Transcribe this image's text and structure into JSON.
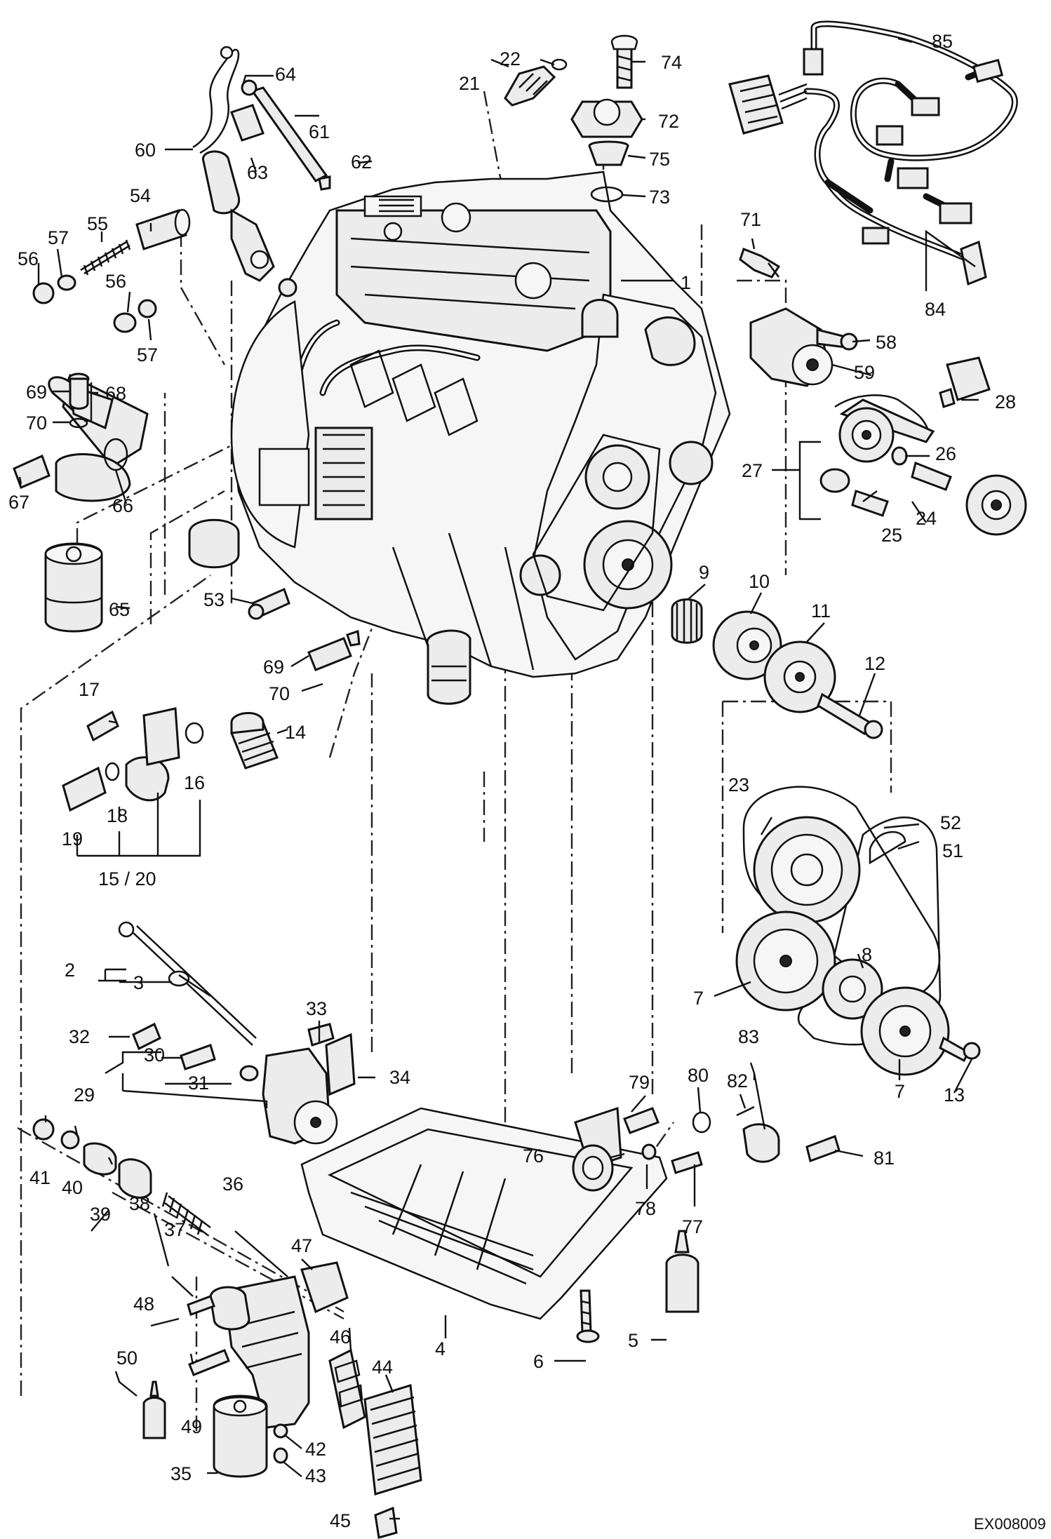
{
  "figure_code": "EX008009",
  "callouts": [
    {
      "id": "c1",
      "text": "1"
    },
    {
      "id": "c2",
      "text": "2"
    },
    {
      "id": "c3",
      "text": "3"
    },
    {
      "id": "c4",
      "text": "4"
    },
    {
      "id": "c5",
      "text": "5"
    },
    {
      "id": "c6",
      "text": "6"
    },
    {
      "id": "c7a",
      "text": "7"
    },
    {
      "id": "c7b",
      "text": "7"
    },
    {
      "id": "c8",
      "text": "8"
    },
    {
      "id": "c9",
      "text": "9"
    },
    {
      "id": "c10",
      "text": "10"
    },
    {
      "id": "c11",
      "text": "11"
    },
    {
      "id": "c12",
      "text": "12"
    },
    {
      "id": "c13",
      "text": "13"
    },
    {
      "id": "c14",
      "text": "14"
    },
    {
      "id": "c15",
      "text": "15 / 20"
    },
    {
      "id": "c16",
      "text": "16"
    },
    {
      "id": "c17",
      "text": "17"
    },
    {
      "id": "c18",
      "text": "18"
    },
    {
      "id": "c19",
      "text": "19"
    },
    {
      "id": "c21",
      "text": "21"
    },
    {
      "id": "c22",
      "text": "22"
    },
    {
      "id": "c23",
      "text": "23"
    },
    {
      "id": "c24",
      "text": "24"
    },
    {
      "id": "c25",
      "text": "25"
    },
    {
      "id": "c26",
      "text": "26"
    },
    {
      "id": "c27",
      "text": "27"
    },
    {
      "id": "c28",
      "text": "28"
    },
    {
      "id": "c29",
      "text": "29"
    },
    {
      "id": "c30",
      "text": "30"
    },
    {
      "id": "c31",
      "text": "31"
    },
    {
      "id": "c32",
      "text": "32"
    },
    {
      "id": "c33",
      "text": "33"
    },
    {
      "id": "c34",
      "text": "34"
    },
    {
      "id": "c35",
      "text": "35"
    },
    {
      "id": "c36",
      "text": "36"
    },
    {
      "id": "c37",
      "text": "37"
    },
    {
      "id": "c38",
      "text": "38"
    },
    {
      "id": "c39",
      "text": "39"
    },
    {
      "id": "c40",
      "text": "40"
    },
    {
      "id": "c41",
      "text": "41"
    },
    {
      "id": "c42",
      "text": "42"
    },
    {
      "id": "c43",
      "text": "43"
    },
    {
      "id": "c44",
      "text": "44"
    },
    {
      "id": "c45",
      "text": "45"
    },
    {
      "id": "c46",
      "text": "46"
    },
    {
      "id": "c47",
      "text": "47"
    },
    {
      "id": "c48",
      "text": "48"
    },
    {
      "id": "c49",
      "text": "49"
    },
    {
      "id": "c50",
      "text": "50"
    },
    {
      "id": "c51",
      "text": "51"
    },
    {
      "id": "c52",
      "text": "52"
    },
    {
      "id": "c53",
      "text": "53"
    },
    {
      "id": "c54",
      "text": "54"
    },
    {
      "id": "c55",
      "text": "55"
    },
    {
      "id": "c56a",
      "text": "56"
    },
    {
      "id": "c56b",
      "text": "56"
    },
    {
      "id": "c57a",
      "text": "57"
    },
    {
      "id": "c57b",
      "text": "57"
    },
    {
      "id": "c58",
      "text": "58"
    },
    {
      "id": "c59",
      "text": "59"
    },
    {
      "id": "c60",
      "text": "60"
    },
    {
      "id": "c61",
      "text": "61"
    },
    {
      "id": "c62",
      "text": "62"
    },
    {
      "id": "c63",
      "text": "63"
    },
    {
      "id": "c64",
      "text": "64"
    },
    {
      "id": "c65",
      "text": "65"
    },
    {
      "id": "c66",
      "text": "66"
    },
    {
      "id": "c67",
      "text": "67"
    },
    {
      "id": "c68",
      "text": "68"
    },
    {
      "id": "c69a",
      "text": "69"
    },
    {
      "id": "c69b",
      "text": "69"
    },
    {
      "id": "c70a",
      "text": "70"
    },
    {
      "id": "c70b",
      "text": "70"
    },
    {
      "id": "c71",
      "text": "71"
    },
    {
      "id": "c72",
      "text": "72"
    },
    {
      "id": "c73",
      "text": "73"
    },
    {
      "id": "c74",
      "text": "74"
    },
    {
      "id": "c75",
      "text": "75"
    },
    {
      "id": "c76",
      "text": "76"
    },
    {
      "id": "c77",
      "text": "77"
    },
    {
      "id": "c78",
      "text": "78"
    },
    {
      "id": "c79",
      "text": "79"
    },
    {
      "id": "c80",
      "text": "80"
    },
    {
      "id": "c81",
      "text": "81"
    },
    {
      "id": "c82",
      "text": "82"
    },
    {
      "id": "c83",
      "text": "83"
    },
    {
      "id": "c84",
      "text": "84"
    },
    {
      "id": "c85",
      "text": "85"
    }
  ]
}
